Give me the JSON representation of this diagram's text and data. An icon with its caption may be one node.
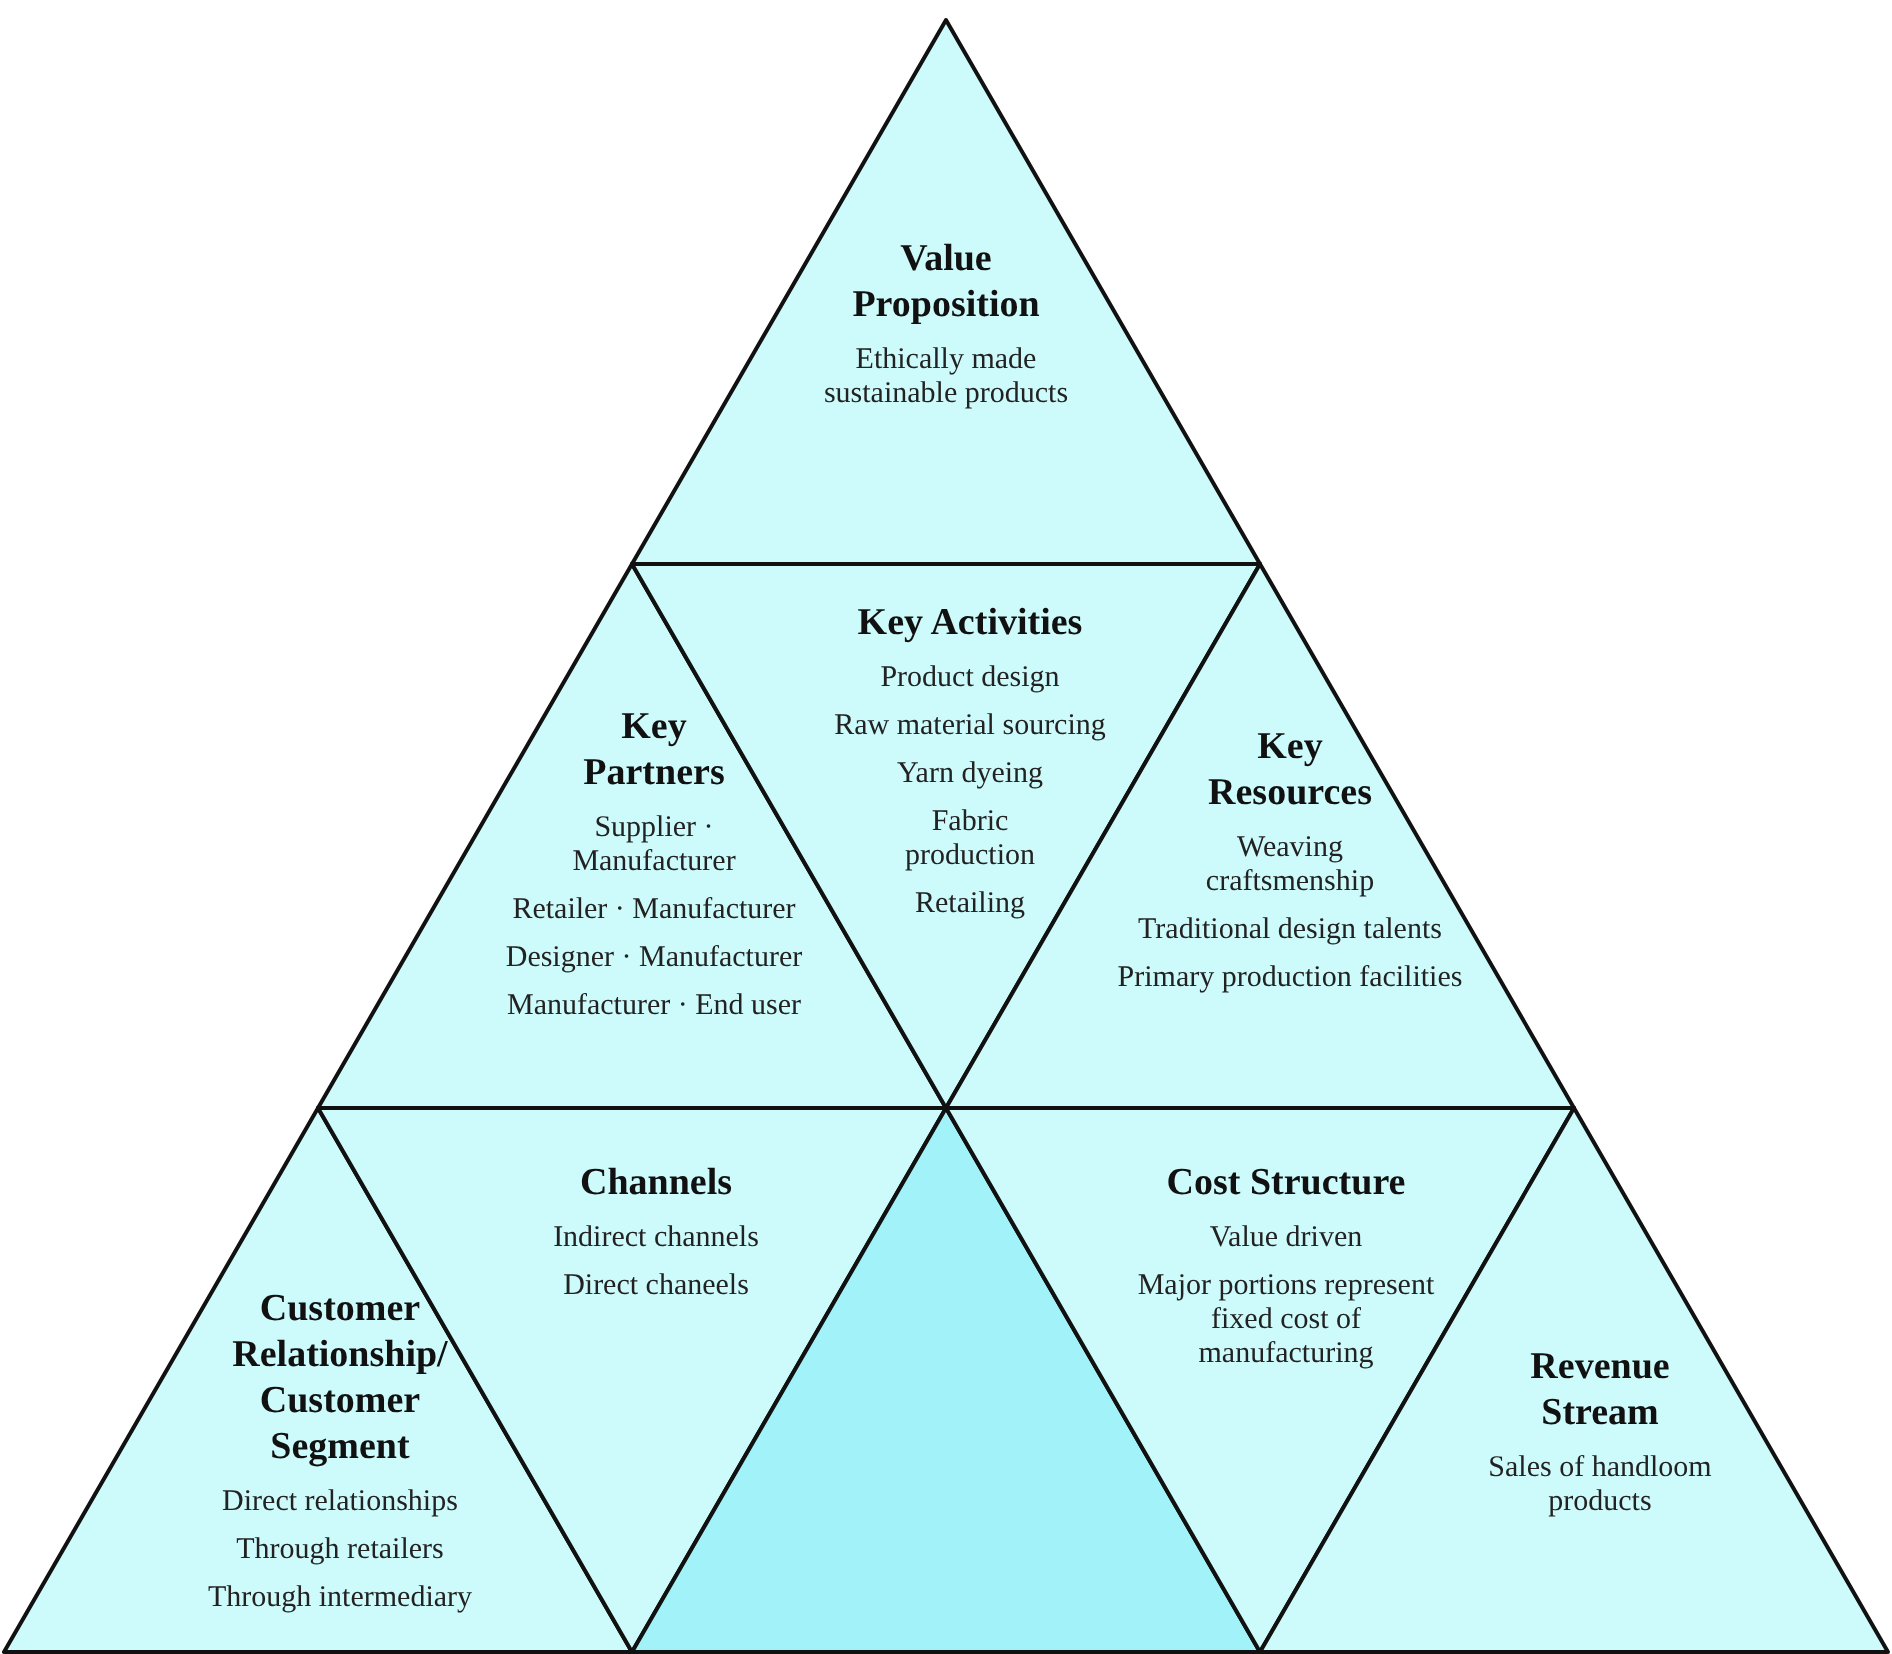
{
  "diagram": {
    "nodes": [
      {
        "text": [
          "Value Proposition",
          "Ethically made sustainable products"
        ]
      },
      {
        "text": [
          "Key Partners",
          "Supplier · Manufacturer",
          "Retailer · Manufacturer",
          "Designer · Manufacturer",
          "Manufacturer · End user"
        ]
      },
      {
        "text": [
          "Key Activities",
          "Product design",
          "Raw material sourcing",
          "Yarn dyeing",
          "Fabric production",
          "Retailing"
        ]
      },
      {
        "text": [
          "Key Resources",
          "Weaving craftsmenship",
          "Traditional design talents",
          "Primary production facilities"
        ]
      },
      {
        "text": [
          "Customer Relationship/ Customer Segment",
          "Direct relationships",
          "Through retailers",
          "Through intermediary"
        ]
      },
      {
        "text": [
          "Channels",
          "Indirect channels",
          "Direct chaneels"
        ]
      },
      {
        "text": [],
        "shape": "triangle"
      },
      {
        "text": [
          "Cost Structure",
          "Value driven",
          "Major portions represent fixed cost of manufacturing"
        ]
      },
      {
        "text": [
          "Revenue Stream",
          "Sales of handloom products"
        ]
      }
    ]
  }
}
